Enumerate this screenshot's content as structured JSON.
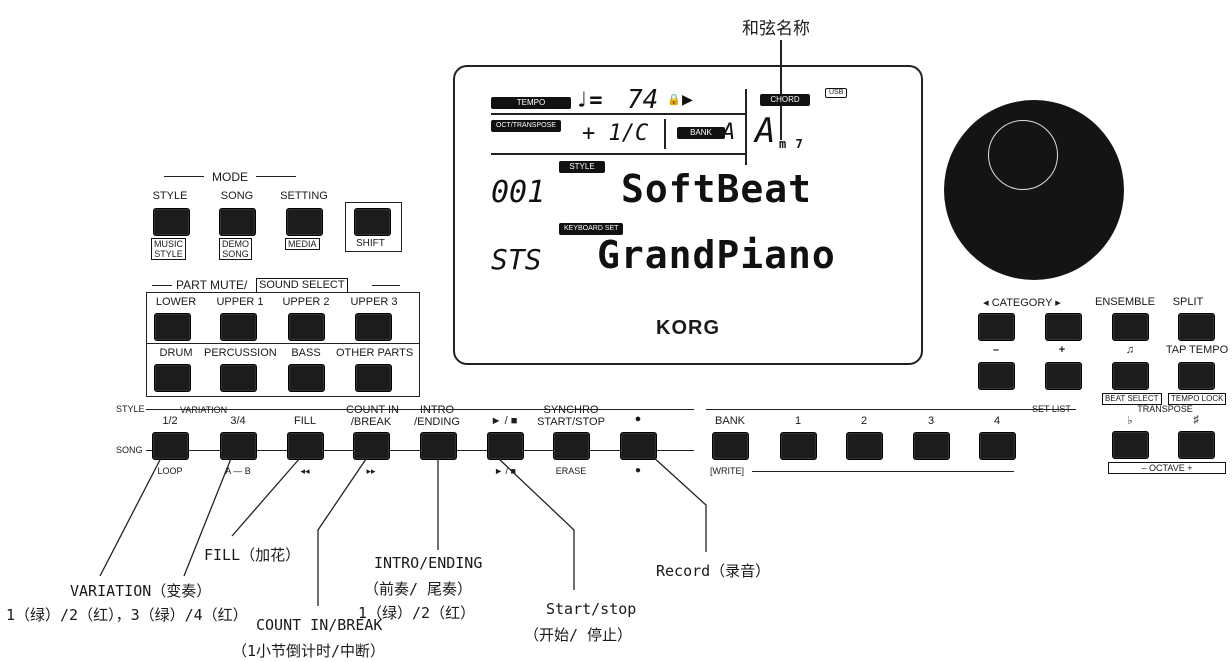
{
  "chord_callout": "和弦名称",
  "mode": {
    "title": "MODE",
    "top_labels": [
      "STYLE",
      "SONG",
      "SETTING"
    ],
    "bottom_labels": [
      "MUSIC\nSTYLE",
      "DEMO\nSONG",
      "MEDIA",
      "SHIFT"
    ]
  },
  "part_mute": {
    "title": "PART MUTE/",
    "title_boxed": "SOUND SELECT",
    "row1": [
      "LOWER",
      "UPPER 1",
      "UPPER 2",
      "UPPER 3"
    ],
    "row2": [
      "DRUM",
      "PERCUSSION",
      "BASS",
      "OTHER PARTS"
    ]
  },
  "display": {
    "tempo_tag": "TEMPO",
    "tempo_note": "♩=",
    "tempo_value": "74",
    "tempo_lock": "🔒",
    "play": "▶",
    "chord_tag": "CHORD",
    "usb": "USB",
    "oct_tag": "OCT/TRANSPOSE",
    "oct_value": "+ 1/C",
    "bank_tag": "BANK",
    "bank_value": "A",
    "chord_root": "A",
    "chord_quality": "m 7",
    "style_tag": "STYLE",
    "style_num": "001",
    "style_name": "SoftBeat",
    "kbset_tag": "KEYBOARD SET",
    "kbset_num": "STS",
    "kbset_name": "GrandPiano",
    "brand": "KORG"
  },
  "right_panel": {
    "category": "◂ CATEGORY ▸",
    "ensemble": "ENSEMBLE",
    "split": "SPLIT",
    "minus": "–",
    "plus": "+",
    "metronome": "♫",
    "tap_tempo": "TAP TEMPO",
    "beat_select": "BEAT SELECT",
    "tempo_lock": "TEMPO LOCK",
    "transpose": "TRANSPOSE",
    "flat": "♭",
    "sharp": "♯",
    "octave": "–  OCTAVE  +"
  },
  "style_row": {
    "style_label": "STYLE",
    "song_label": "SONG",
    "variation": "VARIATION",
    "top_labels": [
      "1/2",
      "3/4",
      "FILL",
      "COUNT IN\n/BREAK",
      "INTRO\n/ENDING",
      "► / ■",
      "SYNCHRO\nSTART/STOP",
      "●"
    ],
    "bottom_labels": [
      "LOOP",
      "A — B",
      "◂◂",
      "▸▸",
      "",
      "► / ■",
      "ERASE",
      "●"
    ]
  },
  "set_list": {
    "title": "SET LIST",
    "top_labels": [
      "BANK",
      "1",
      "2",
      "3",
      "4"
    ],
    "write": "[WRITE]"
  },
  "annotations": {
    "fill": "FILL（加花）",
    "variation_1": "VARIATION（变奏）",
    "variation_2": "1（绿）/2（红），3（绿）/4（红）",
    "count_1": "COUNT IN/BREAK",
    "count_2": "（1小节倒计时/中断）",
    "intro_1": "INTRO/ENDING",
    "intro_2": "（前奏/ 尾奏）",
    "intro_3": "1（绿）/2（红）",
    "start_1": "Start/stop",
    "start_2": "（开始/ 停止）",
    "record": "Record（录音）"
  }
}
